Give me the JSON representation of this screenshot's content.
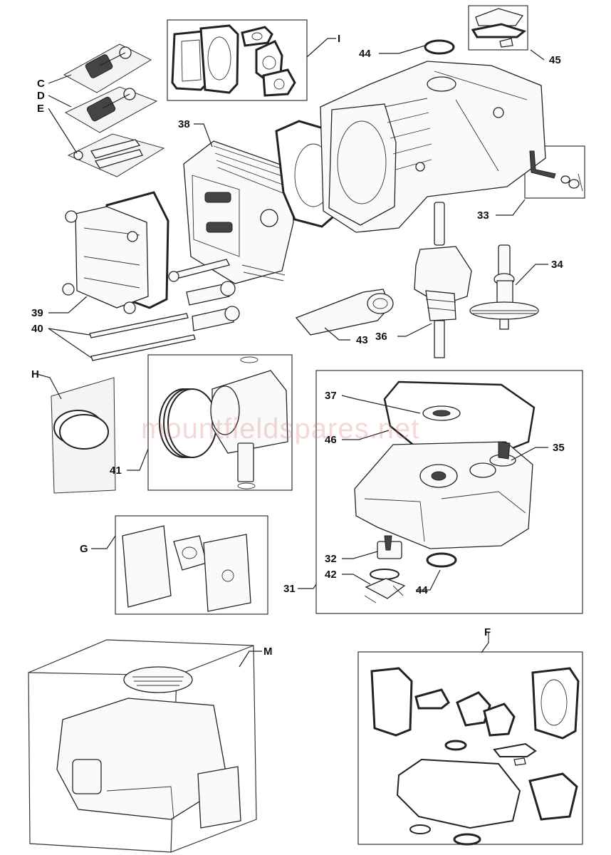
{
  "watermark": "mountfieldspares.net",
  "callouts": {
    "C": "C",
    "D": "D",
    "E": "E",
    "H": "H",
    "G": "G",
    "M": "M",
    "F": "F",
    "I": "I",
    "p31": "31",
    "p32": "32",
    "p33": "33",
    "p34": "34",
    "p35": "35",
    "p36": "36",
    "p37": "37",
    "p38": "38",
    "p39": "39",
    "p40": "40",
    "p41": "41",
    "p42": "42",
    "p43": "43",
    "p44a": "44",
    "p44b": "44",
    "p45": "45",
    "p46": "46"
  }
}
